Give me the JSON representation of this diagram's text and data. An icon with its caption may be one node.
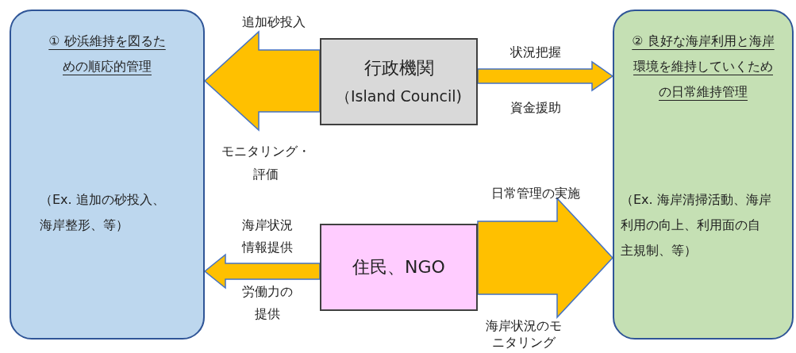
{
  "diagram": {
    "nodes": [
      {
        "text": [
          "① 砂浜維持を図るための順応的管理",
          "（Ex. 追加の砂投入、海岸整形、等）"
        ]
      },
      {
        "text": [
          "② 良好な海岸利用と海岸環境を維持していくための日常維持管理",
          "（Ex. 海岸清掃活動、海岸利用の向上、利用面の自主規制、等）"
        ]
      },
      {
        "text": [
          "行政機関",
          "（Island Council)"
        ]
      },
      {
        "text": [
          "住民、NGO"
        ]
      }
    ],
    "edges": [
      {
        "from": 2,
        "to": 0,
        "arrow": "to",
        "label": "追加砂投入"
      },
      {
        "from": 2,
        "to": 1,
        "arrow": "to",
        "label": "状況把握"
      },
      {
        "from": 3,
        "to": 0,
        "arrow": "to",
        "label": "海岸状況情報提供"
      },
      {
        "from": 3,
        "to": 1,
        "arrow": "to",
        "label": "日常管理の実施"
      }
    ],
    "labels": [
      "モニタリング・評価",
      "資金援助",
      "労働力の提供",
      "海岸状況のモニタリング"
    ]
  }
}
